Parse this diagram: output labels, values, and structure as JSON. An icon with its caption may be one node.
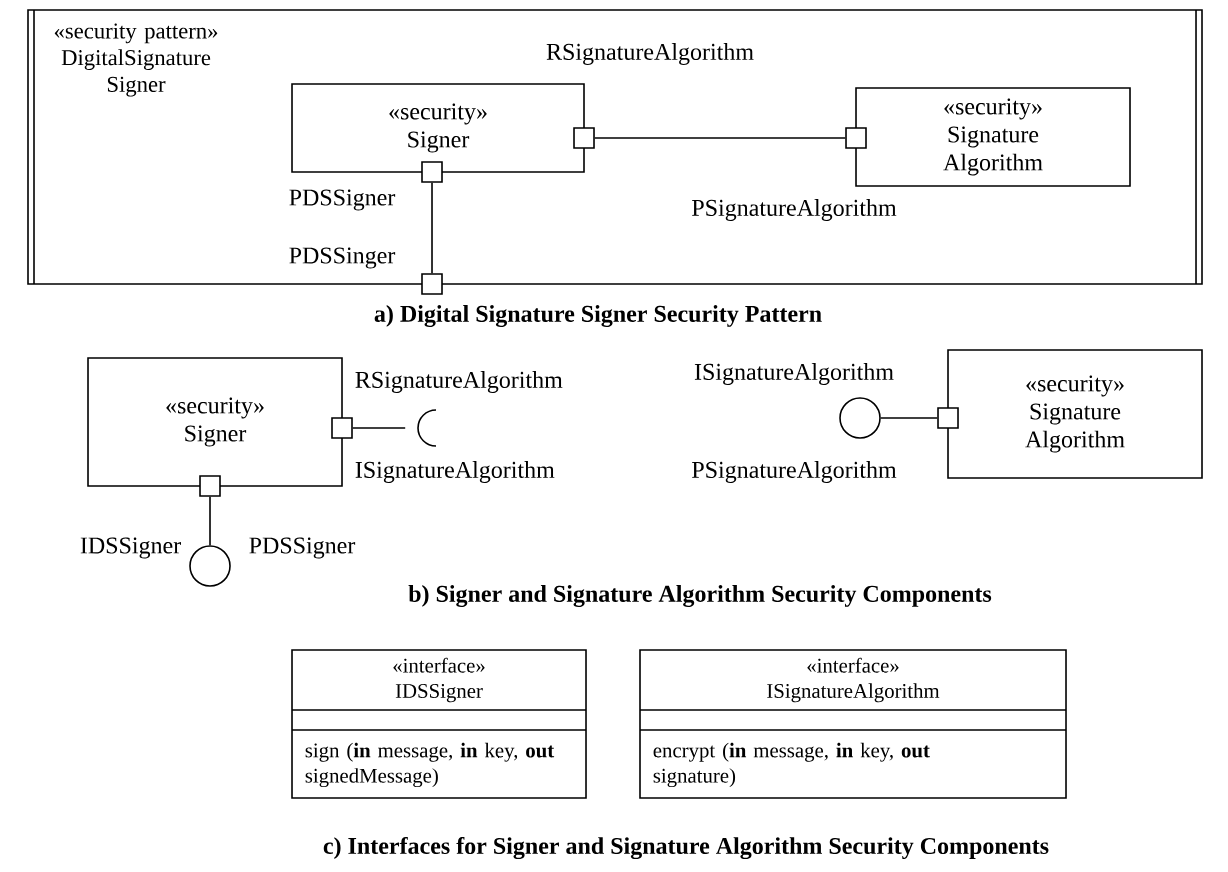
{
  "diagram": {
    "nodes": [
      {
        "text": [
          "«security pattern»",
          "DigitalSignature Signer"
        ]
      },
      {
        "text": [
          "«security»",
          "Signer"
        ],
        "in": 0
      },
      {
        "text": [
          "«security»",
          "Signature Algorithm"
        ],
        "in": 0
      },
      {
        "text": [],
        "shape": "box",
        "in": 0
      },
      {
        "text": [],
        "shape": "box",
        "in": 0
      },
      {
        "text": [],
        "shape": "box",
        "beside": [
          "PDSSigner"
        ],
        "in": 0
      },
      {
        "text": [],
        "shape": "box",
        "beside": [
          "PDSSinger"
        ]
      },
      {
        "text": [
          "«security»",
          "Signer"
        ]
      },
      {
        "text": [],
        "shape": "box",
        "beside": [
          "RSignatureAlgorithm"
        ]
      },
      {
        "text": [],
        "shape": "socket",
        "beside": [
          "ISignatureAlgorithm"
        ]
      },
      {
        "text": [],
        "shape": "box"
      },
      {
        "text": [],
        "shape": "circle",
        "beside": [
          "IDSSigner"
        ]
      },
      {
        "text": [],
        "shape": "circle",
        "beside": [
          "ISignatureAlgorithm"
        ]
      },
      {
        "text": [],
        "shape": "box"
      },
      {
        "text": [
          "«security»",
          "Signature Algorithm"
        ]
      },
      {
        "text": [
          "«interface»",
          "IDSSigner",
          "sign (**in** message, **in** key, **out** signedMessage)"
        ]
      },
      {
        "text": [
          "«interface»",
          "ISignatureAlgorithm",
          "encrypt (**in** message, **in** key, **out** signature)"
        ]
      }
    ],
    "edges": [
      {
        "from": 3,
        "to": 4,
        "arrow": "none"
      },
      {
        "from": 5,
        "to": 6,
        "arrow": "none"
      },
      {
        "from": 8,
        "to": 9,
        "arrow": "none"
      },
      {
        "from": 10,
        "to": 11,
        "arrow": "none"
      },
      {
        "from": 12,
        "to": 13,
        "arrow": "none"
      }
    ],
    "labels": [
      "RSignatureAlgorithm",
      "PSignatureAlgorithm",
      "a) Digital Signature Signer Security Pattern",
      "PSignatureAlgorithm",
      "PDSSigner",
      "b) Signer and Signature Algorithm Security Components",
      "c) Interfaces for Signer and Signature Algorithm Security Components"
    ]
  }
}
